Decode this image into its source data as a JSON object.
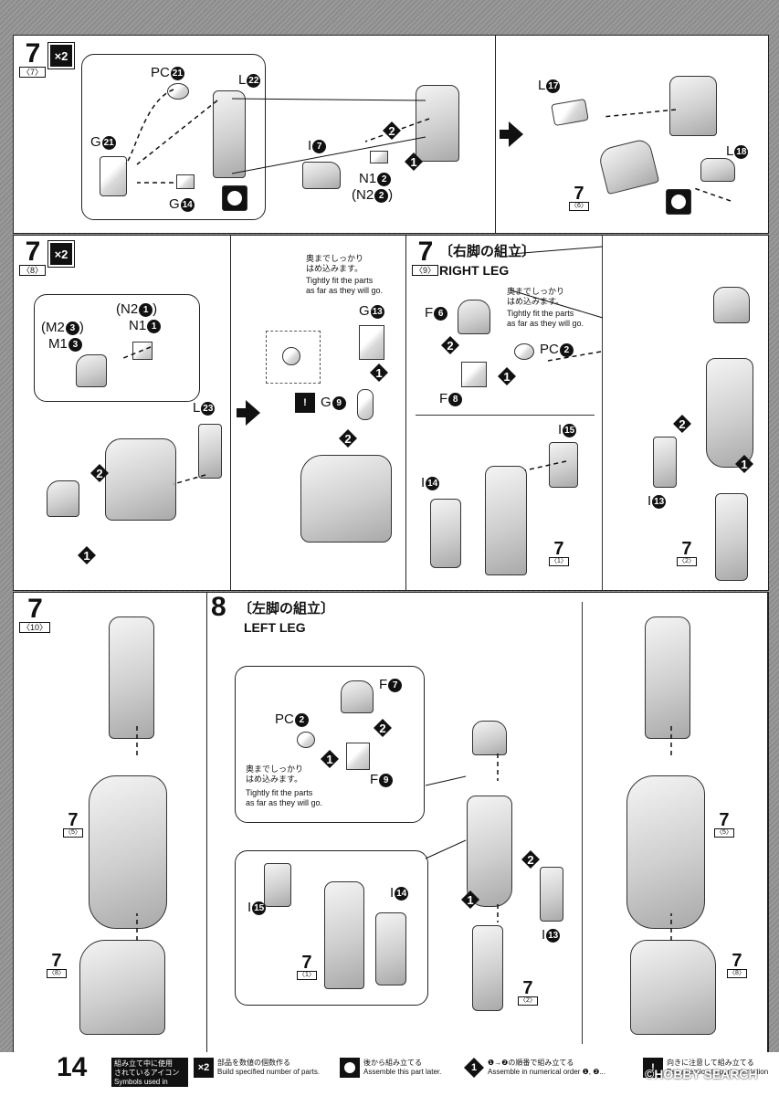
{
  "page_number": "14",
  "step_symbol": "7",
  "step8_symbol": "8",
  "x2_label": "×2",
  "panels": {
    "p1": {
      "sub": "〈7〉",
      "labels": {
        "pc": "PC",
        "pc_num": "21",
        "l22": "L",
        "l22_num": "22",
        "g21": "G",
        "g21_num": "21",
        "g14": "G",
        "g14_num": "14",
        "i7": "I",
        "i7_num": "7",
        "n1": "N1",
        "n1_num": "2",
        "n2": "(N2",
        "n2_num": "2",
        "n2_close": ")"
      }
    },
    "p2": {
      "labels": {
        "l17": "L",
        "l17_num": "17",
        "l18": "L",
        "l18_num": "18"
      },
      "ref": {
        "n": "7",
        "s": "〈6〉"
      }
    },
    "p3": {
      "sub": "〈8〉",
      "labels": {
        "n2a": "(N2",
        "n2a_num": "1",
        "n2a_close": ")",
        "n1a": "N1",
        "n1a_num": "1",
        "m2": "(M2",
        "m2_num": "3",
        "m2_close": ")",
        "m1": "M1",
        "m1_num": "3",
        "l23": "L",
        "l23_num": "23"
      }
    },
    "p4": {
      "note_ja": "奥までしっかり\nはめ込みます。",
      "note_en": "Tightly fit the parts\nas far as they will go.",
      "labels": {
        "g13": "G",
        "g13_num": "13",
        "g9": "G",
        "g9_num": "9"
      }
    },
    "p5": {
      "sub": "〈9〉",
      "title_ja": "〔右脚の組立〕",
      "title_en": "RIGHT LEG",
      "note_ja": "奥までしっかり\nはめ込みます。",
      "note_en": "Tightly fit the parts\nas far as they will go.",
      "labels": {
        "f6": "F",
        "f6_num": "6",
        "f8": "F",
        "f8_num": "8",
        "pc2": "PC",
        "pc2_num": "2",
        "i15": "I",
        "i15_num": "15",
        "i14": "I",
        "i14_num": "14",
        "i13": "I",
        "i13_num": "13"
      },
      "refs": [
        {
          "n": "7",
          "s": "〈1〉"
        },
        {
          "n": "7",
          "s": "〈2〉"
        }
      ]
    },
    "p6": {
      "sub": "〈10〉",
      "refs": [
        {
          "n": "7",
          "s": "〈5〉"
        },
        {
          "n": "7",
          "s": "〈8〉"
        }
      ]
    },
    "p7": {
      "title_ja": "〔左脚の組立〕",
      "title_en": "LEFT LEG",
      "note_ja": "奥までしっかり\nはめ込みます。",
      "note_en": "Tightly fit the parts\nas far as they will go.",
      "labels": {
        "f7": "F",
        "f7_num": "7",
        "pc2": "PC",
        "pc2_num": "2",
        "f9": "F",
        "f9_num": "9",
        "i14": "I",
        "i14_num": "14",
        "i15": "I",
        "i15_num": "15",
        "i13": "I",
        "i13_num": "13"
      },
      "refs": [
        {
          "n": "7",
          "s": "〈1〉"
        },
        {
          "n": "7",
          "s": "〈2〉"
        }
      ]
    },
    "p8": {
      "refs": [
        {
          "n": "7",
          "s": "〈5〉"
        },
        {
          "n": "7",
          "s": "〈8〉"
        }
      ]
    }
  },
  "arrow_nums": {
    "one": "1",
    "two": "2"
  },
  "warn_mark": "!",
  "footer": {
    "symbols_title": "組み立て中に使用\nされているアイコン\nSymbols used in instructions",
    "x2_ja": "部品を数値の個数作る",
    "x2_en": "Build specified number of parts.",
    "later_ja": "後から組み立てる",
    "later_en": "Assemble this part later.",
    "order_ja": "❶→❷の順番で組み立てる",
    "order_en": "Assemble in numerical order ❶, ❷...",
    "warn_ja": "向きに注意して組み立てる",
    "warn_en": "Pay attention to part orientation",
    "watermark": "©HOBBY SEARCH"
  }
}
